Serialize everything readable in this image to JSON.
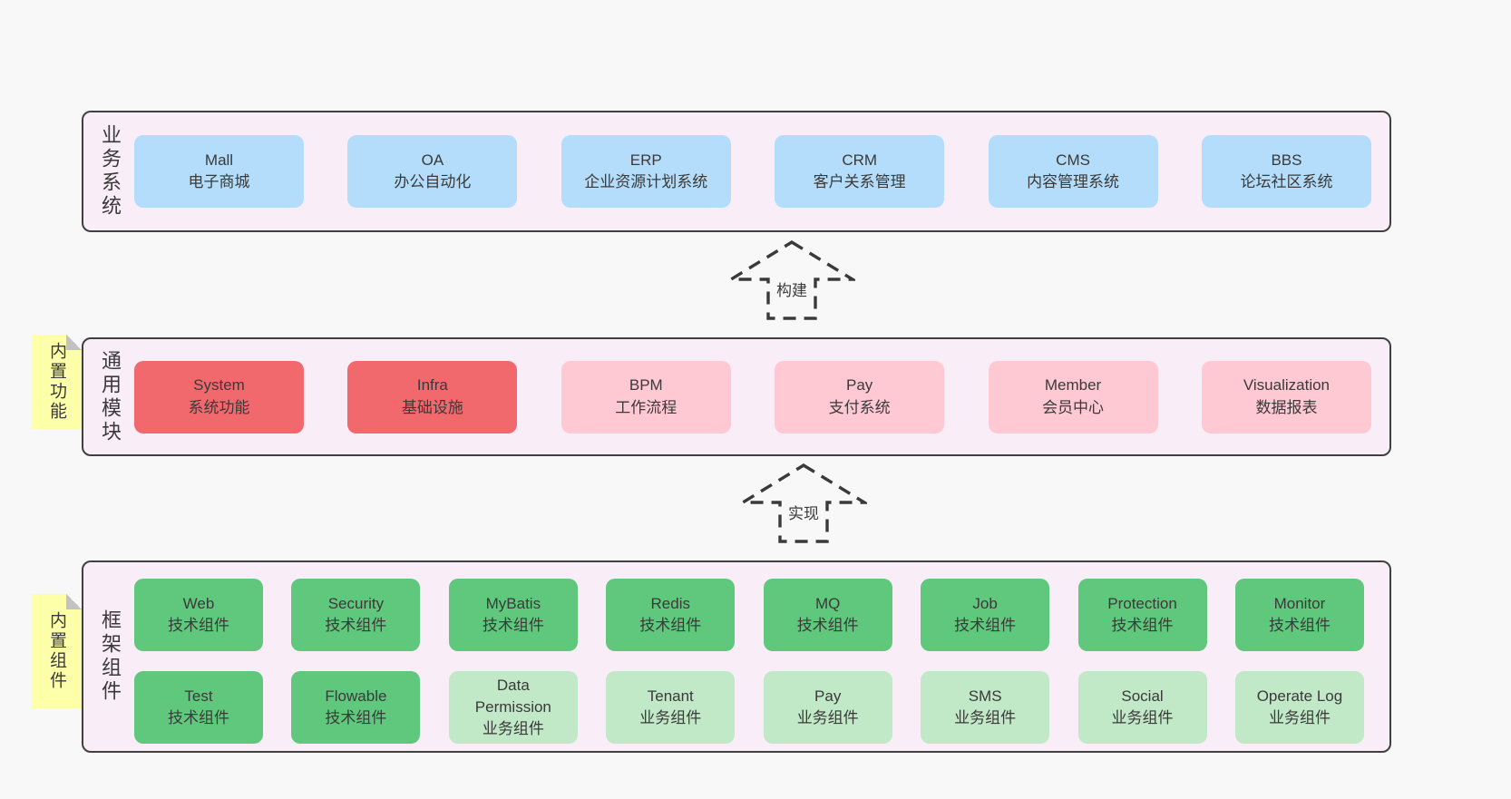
{
  "colors": {
    "page_bg": "#f8f8f8",
    "band_bg": "#f9edf8",
    "band_border": "#404040",
    "blue_box": "#b3ddfb",
    "red_box": "#f1696d",
    "pink_box": "#ffc9d3",
    "green_box": "#5fc87c",
    "light_green_box": "#c1e8c7",
    "note_yellow": "#feffa9",
    "text": "#3a3a3a"
  },
  "bands": [
    {
      "label": "业务系统",
      "boxes": [
        {
          "name": "Mall",
          "desc": "电子商城"
        },
        {
          "name": "OA",
          "desc": "办公自动化"
        },
        {
          "name": "ERP",
          "desc": "企业资源计划系统"
        },
        {
          "name": "CRM",
          "desc": "客户关系管理"
        },
        {
          "name": "CMS",
          "desc": "内容管理系统"
        },
        {
          "name": "BBS",
          "desc": "论坛社区系统"
        }
      ]
    },
    {
      "label": "通用模块",
      "note": "内置功能",
      "boxes": [
        {
          "name": "System",
          "desc": "系统功能"
        },
        {
          "name": "Infra",
          "desc": "基础设施"
        },
        {
          "name": "BPM",
          "desc": "工作流程"
        },
        {
          "name": "Pay",
          "desc": "支付系统"
        },
        {
          "name": "Member",
          "desc": "会员中心"
        },
        {
          "name": "Visualization",
          "desc": "数据报表"
        }
      ]
    },
    {
      "label": "框架组件",
      "note": "内置组件",
      "rows": [
        [
          {
            "name": "Web",
            "desc": "技术组件"
          },
          {
            "name": "Security",
            "desc": "技术组件"
          },
          {
            "name": "MyBatis",
            "desc": "技术组件"
          },
          {
            "name": "Redis",
            "desc": "技术组件"
          },
          {
            "name": "MQ",
            "desc": "技术组件"
          },
          {
            "name": "Job",
            "desc": "技术组件"
          },
          {
            "name": "Protection",
            "desc": "技术组件"
          },
          {
            "name": "Monitor",
            "desc": "技术组件"
          }
        ],
        [
          {
            "name": "Test",
            "desc": "技术组件"
          },
          {
            "name": "Flowable",
            "desc": "技术组件"
          },
          {
            "name": "Data Permission",
            "desc": "业务组件"
          },
          {
            "name": "Tenant",
            "desc": "业务组件"
          },
          {
            "name": "Pay",
            "desc": "业务组件"
          },
          {
            "name": "SMS",
            "desc": "业务组件"
          },
          {
            "name": "Social",
            "desc": "业务组件"
          },
          {
            "name": "Operate Log",
            "desc": "业务组件"
          }
        ]
      ]
    }
  ],
  "arrows": [
    {
      "label": "构建"
    },
    {
      "label": "实现"
    }
  ]
}
